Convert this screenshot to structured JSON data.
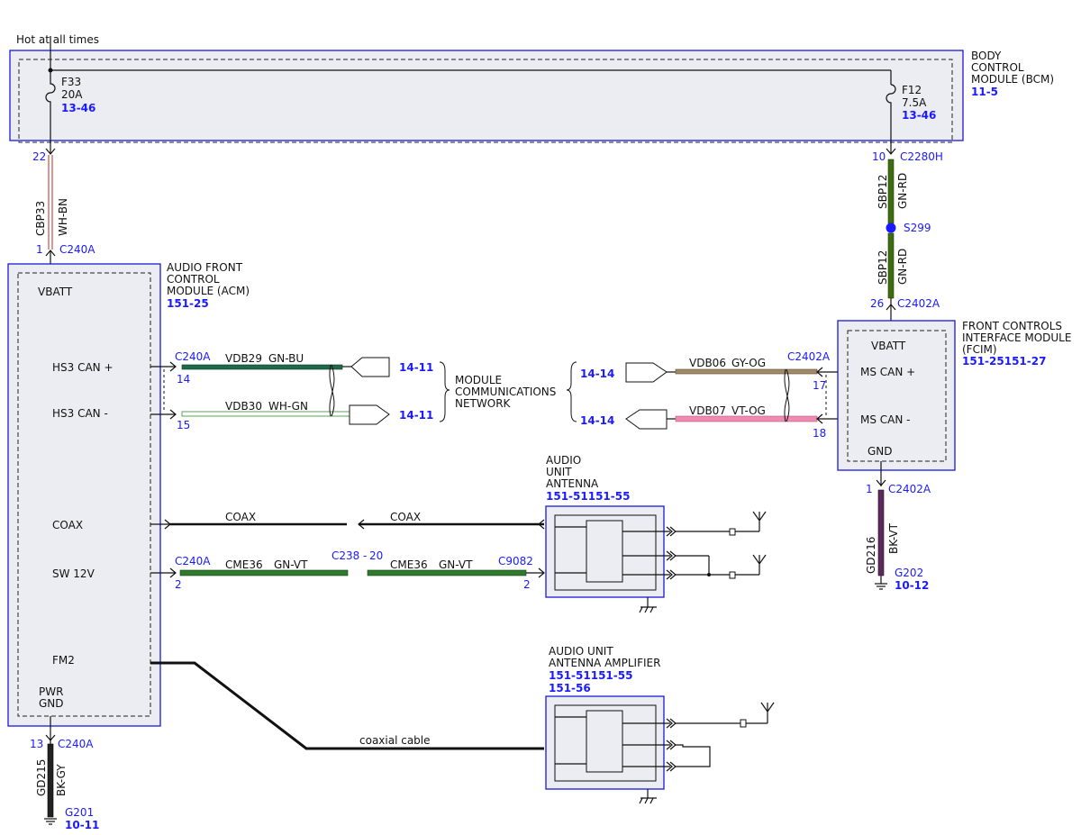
{
  "supply": {
    "label": "Hot at all times"
  },
  "bcm": {
    "name_lines": [
      "BODY",
      "CONTROL",
      "MODULE (BCM)"
    ],
    "ref": "11-5",
    "f33": {
      "name": "F33",
      "rating": "20A",
      "ref": "13-46"
    },
    "f12": {
      "name": "F12",
      "rating": "7.5A",
      "ref": "13-46"
    },
    "pin_left": "22",
    "pin_right": "10",
    "conn_right": "C2280H"
  },
  "wire_cbp33": {
    "circuit": "CBP33",
    "color": "WH-BN"
  },
  "wire_sbp12_upper": {
    "circuit": "SBP12",
    "color": "GN-RD"
  },
  "splice": {
    "label": "S299"
  },
  "wire_sbp12_lower": {
    "circuit": "SBP12",
    "color": "GN-RD"
  },
  "acm": {
    "name_lines": [
      "AUDIO FRONT",
      "CONTROL",
      "MODULE (ACM)"
    ],
    "ref": "151-25",
    "pins": {
      "vbatt": "VBATT",
      "hs3_plus": "HS3 CAN +",
      "hs3_minus": "HS3 CAN -",
      "coax": "COAX",
      "sw12": "SW 12V",
      "fm2": "FM2",
      "pwr_gnd_1": "PWR",
      "pwr_gnd_2": "GND"
    },
    "top_conn": {
      "pin": "1",
      "name": "C240A"
    },
    "bottom_conn": {
      "pin": "13",
      "name": "C240A"
    }
  },
  "can_left": {
    "connector": "C240A",
    "vdb29": {
      "pin": "14",
      "circuit": "VDB29",
      "color": "GN-BU",
      "ref": "14-11"
    },
    "vdb30": {
      "pin": "15",
      "circuit": "VDB30",
      "color": "WH-GN",
      "ref": "14-11"
    }
  },
  "network": {
    "lines": [
      "MODULE",
      "COMMUNICATIONS",
      "NETWORK"
    ]
  },
  "can_right": {
    "connector": "C2402A",
    "vdb06": {
      "pin": "17",
      "circuit": "VDB06",
      "color": "GY-OG",
      "ref": "14-14"
    },
    "vdb07": {
      "pin": "18",
      "circuit": "VDB07",
      "color": "VT-OG",
      "ref": "14-14"
    }
  },
  "fcim": {
    "name_lines": [
      "FRONT CONTROLS",
      "INTERFACE MODULE",
      "(FCIM)"
    ],
    "ref": "151-25151-27",
    "pins": {
      "vbatt": "VBATT",
      "ms_plus": "MS CAN +",
      "ms_minus": "MS CAN -",
      "gnd": "GND"
    },
    "top_conn": {
      "pin": "26",
      "name": "C2402A"
    },
    "bottom_conn": {
      "pin": "1",
      "name": "C2402A"
    }
  },
  "ground_fcim": {
    "circuit": "GD216",
    "color": "BK-VT",
    "location": "G202",
    "ref": "10-12"
  },
  "ground_acm": {
    "circuit": "GD215",
    "color": "BK-GY",
    "location": "G201",
    "ref": "10-11"
  },
  "coax_line": {
    "left": "COAX",
    "right": "COAX"
  },
  "sw12_line": {
    "conn_left": "C240A",
    "pin_left": "2",
    "circuit_left": "CME36",
    "color_left": "GN-VT",
    "inline": "C238",
    "inline_pin": "20",
    "circuit_right": "CME36",
    "color_right": "GN-VT",
    "conn_right": "C9082",
    "pin_right": "2"
  },
  "antenna": {
    "name_lines": [
      "AUDIO",
      "UNIT",
      "ANTENNA"
    ],
    "ref": "151-51151-55"
  },
  "amplifier": {
    "name_lines": [
      "AUDIO UNIT",
      "ANTENNA AMPLIFIER"
    ],
    "ref1": "151-51151-55",
    "ref2": "151-56"
  },
  "fm_cable": {
    "label": "coaxial cable"
  },
  "colors": {
    "module_fill": "#ececf3",
    "module_border": "#1a1ad9",
    "ref_blue": "#1a1aff",
    "gn_bu": "#1f6a4a",
    "wh_gn": "#5aa55a",
    "gy_og": "#a08a68",
    "vt_og": "#f08ab0",
    "gn_rd": "#3d6d10",
    "gn_vt": "#2f7a2f",
    "bk_vt": "#5a2a5a",
    "bk_gy": "#222222",
    "wh_bn": "#c0504d"
  }
}
